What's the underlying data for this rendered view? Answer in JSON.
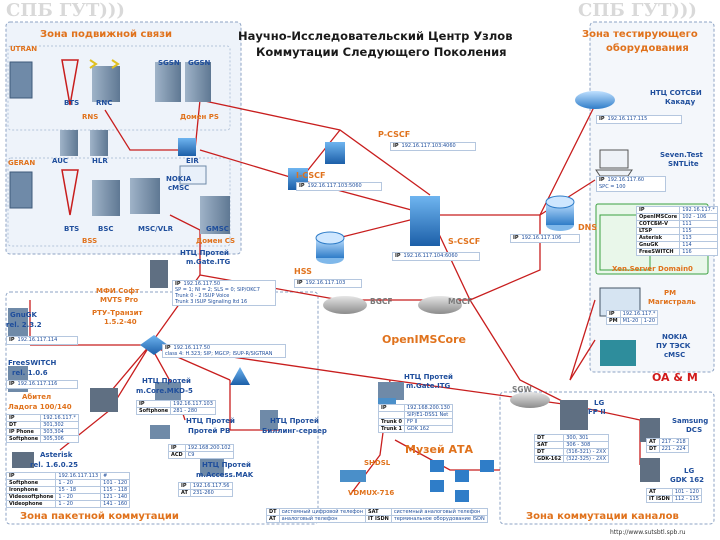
{
  "title": [
    "Научно-Исследовательский Центр Узлов",
    "Коммутации Следующего Поколения"
  ],
  "watermark_left": "СПБ ГУТ)))",
  "watermark_right": "СПБ ГУТ)))",
  "url": "http://www.sutsbtl.spb.ru",
  "zones": {
    "mobile": "Зона подвижной связи",
    "test": [
      "Зона тестирующего",
      "оборудования"
    ],
    "packet": "Зона пакетной коммутации",
    "channel": "Зона коммутации каналов",
    "oam": "OA & M",
    "museum": "Музей АТА",
    "openims": "OpenIMSCore"
  },
  "labels": {
    "utran": "UTRAN",
    "geran": "GERAN",
    "sgsn": "SGSN",
    "ggsn": "GGSN",
    "bts1": "BTS",
    "rnc": "RNC",
    "rns": "RNS",
    "domain_ps": "Домен PS",
    "auc": "AUC",
    "hlr": "HLR",
    "eir": "EIR",
    "nokia_msc": [
      "NOKIA",
      "cMSC"
    ],
    "bts2": "BTS",
    "bsc": "BSC",
    "bss": "BSS",
    "msc_vlr": "MSC/VLR",
    "gmsc": "GMSC",
    "domain_cs": "Домен CS",
    "pcscf": "P-CSCF",
    "icscf": "I-CSCF",
    "scscf": "S-CSCF",
    "hss": "HSS",
    "dns": "DNS",
    "bgcf": "BGCF",
    "mgcf": "MGCF",
    "sgw": "SGW",
    "ntc_cotsbi": [
      "НТЦ СОТСБИ",
      "Какаду"
    ],
    "seven_test": [
      "Seven.Test",
      "SNTLite"
    ],
    "xen": "Xen.Server Domain0",
    "rm": [
      "РМ",
      "Магистраль"
    ],
    "nokia_ptek": [
      "NOKIA",
      "ПУ ТЭСК",
      "cMSC"
    ],
    "ntc_protei_itg": [
      "НТЦ Протей",
      "m.Gate.ITG"
    ],
    "mfi": [
      "МФИ Софт",
      "MVTS Pro"
    ],
    "rtu": [
      "РТУ-Транзит",
      "1.5.2-40"
    ],
    "gnugk": [
      "GnuGK",
      "rel. 2.3.2"
    ],
    "freeswitch": [
      "FreeSWITCH",
      "rel. 1.0.6"
    ],
    "abitel": [
      "Абител",
      "Ладога 100/140"
    ],
    "asterisk": [
      "Asterisk",
      "rel. 1.6.0.25"
    ],
    "ntc_protei_mko": [
      "НТЦ Протей",
      "m.Core.MKD-5"
    ],
    "ntc_protei_pb": [
      "НТЦ Протей",
      "Протей РВ"
    ],
    "ntc_protei_bill": [
      "НТЦ Протей",
      "Биллинг-сервер"
    ],
    "ntc_protei_access": [
      "НТЦ Протей",
      "m.Access.MAK"
    ],
    "ntc_protei_itg2": [
      "НТЦ Протей",
      "m.Gate.ITG"
    ],
    "lg_fp": [
      "LG",
      "FP II"
    ],
    "samsung_dcs": [
      "Samsung",
      "DCS"
    ],
    "lg_gdk": [
      "LG",
      "GDK 162"
    ],
    "shdsl": "SHDSL",
    "vdmux": "VDMUX-716",
    "class4": "class 4: H.323; SIP; MGCP; ISUP-R/SIGTRAN"
  },
  "ip": {
    "kakadu": "192.16.117.115",
    "seven": [
      "192.16.117.60",
      "SPC = 100"
    ],
    "pcscf": "192.16.117.103:4060",
    "icscf": "192.16.117.103:5060",
    "hss": "192.16.117.103",
    "dns": "192.16.117.106",
    "scscf": "192.16.117.104:6060",
    "pm": [
      "192.16.117.*",
      "M1-20",
      "1-20"
    ],
    "gnugk": "192.16.117.114",
    "freeswitch": "192.16.117.116",
    "itg_top": [
      "192.16.117.50",
      "SP = 1; NI = 2; SLS = 0; SIP/OKC7",
      "ISUP Voice",
      "ISUP Signaling Itd 16"
    ],
    "itg_top_trunks": [
      "Trunk 0 - 2",
      "Trunk 3"
    ],
    "mko": [
      "192.16.117.103",
      "281 - 280"
    ],
    "mko_keys": [
      "IP",
      "Softphone"
    ],
    "pb": [
      "192.168.200.102",
      "C9"
    ],
    "pb_keys": [
      "IP",
      "ACD"
    ],
    "access": [
      "192.16.117.56",
      "231-260"
    ],
    "access_keys": [
      "IP",
      "AT"
    ],
    "itg2": [
      "192.168.200.130",
      "SIP/E1-DSS1 Net",
      "FP II",
      "GDK 162"
    ],
    "itg2_keys": [
      "IP",
      "",
      "Trunk 0",
      "Trunk 1"
    ],
    "class4": [
      "192.16.117.50",
      "IP"
    ],
    "abitel": [
      [
        "IP",
        "192.16.117.*"
      ],
      [
        "DT",
        "301,302"
      ],
      [
        "IP Phone",
        "303,304"
      ],
      [
        "Softphone",
        "305,306"
      ]
    ],
    "asterisk": [
      [
        "IP",
        "192.16.117.113",
        "#"
      ],
      [
        "Softphone",
        "1 - 20",
        "101 - 120"
      ],
      [
        "Ironphone",
        "15 - 18",
        "115 - 118"
      ],
      [
        "Videosoftphone",
        "1 - 20",
        "121 - 140"
      ],
      [
        "Videophone",
        "1 - 20",
        "141 - 160"
      ]
    ],
    "lg_fp": [
      [
        "DT",
        "300, 301"
      ],
      [
        "SAT",
        "306 - 308"
      ],
      [
        "DT",
        "(316-321) - 2XX"
      ],
      [
        "GDK-162",
        "(322-325) - 2XX"
      ]
    ],
    "samsung": [
      [
        "AT",
        "217 - 218"
      ],
      [
        "DT",
        "221 - 224"
      ]
    ],
    "lg_gdk": [
      [
        "AT",
        "101 - 120"
      ],
      [
        "IT ISDN",
        "112 - 115"
      ]
    ],
    "xen": [
      [
        "IP",
        "192.16.117.*"
      ],
      [
        "OpenIMSCore",
        "102 - 106"
      ],
      [
        "СОТСБИ-V",
        "111"
      ],
      [
        "LTSP",
        "115"
      ],
      [
        "Asterisk",
        "113"
      ],
      [
        "GnuGK",
        "114"
      ],
      [
        "FreeSWITCH",
        "116"
      ]
    ]
  },
  "legend": [
    [
      "DT",
      "системный цифровой телефон",
      "SAT",
      "системный аналоговый телефон"
    ],
    [
      "AT",
      "аналоговый телефон",
      "IT ISDN",
      "терминальное оборудование ISDN"
    ]
  ],
  "colors": {
    "orange": "#e0721c",
    "blue": "#1f4e9c",
    "device": "#4a8fc9",
    "line": "#c81e1e",
    "zone": "#8da3c4"
  }
}
